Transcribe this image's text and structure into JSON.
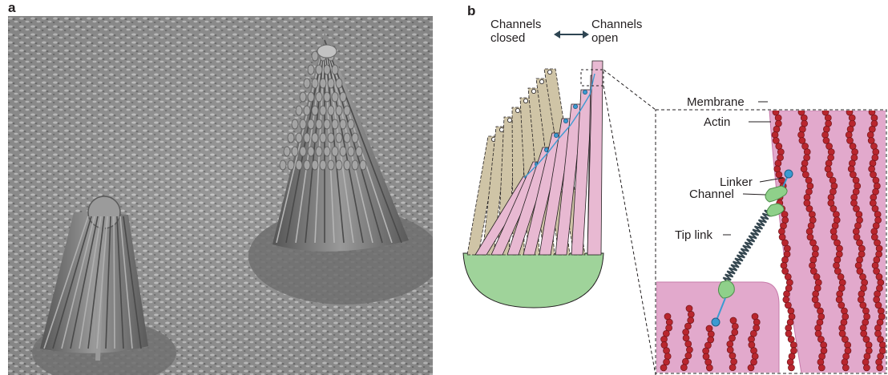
{
  "panels": {
    "a": {
      "letter": "a"
    },
    "b": {
      "letter": "b",
      "channels_closed": [
        "Channels",
        "closed"
      ],
      "channels_open": [
        "Channels",
        "open"
      ],
      "labels": {
        "membrane": "Membrane",
        "actin": "Actin",
        "linker": "Linker",
        "channel": "Channel",
        "tip_link": "Tip link"
      }
    }
  },
  "colors": {
    "stereocilia_open": "#e8b9d2",
    "stereocilia_closed": "#cfc4a6",
    "cell_body": "#9fd39a",
    "membrane_fill": "#e2a9cc",
    "actin_bead": "#b8262e",
    "channel": "#8fd08a",
    "tip_link_dot": "#3b9ad1",
    "tip_link_spring": "#34464f"
  }
}
